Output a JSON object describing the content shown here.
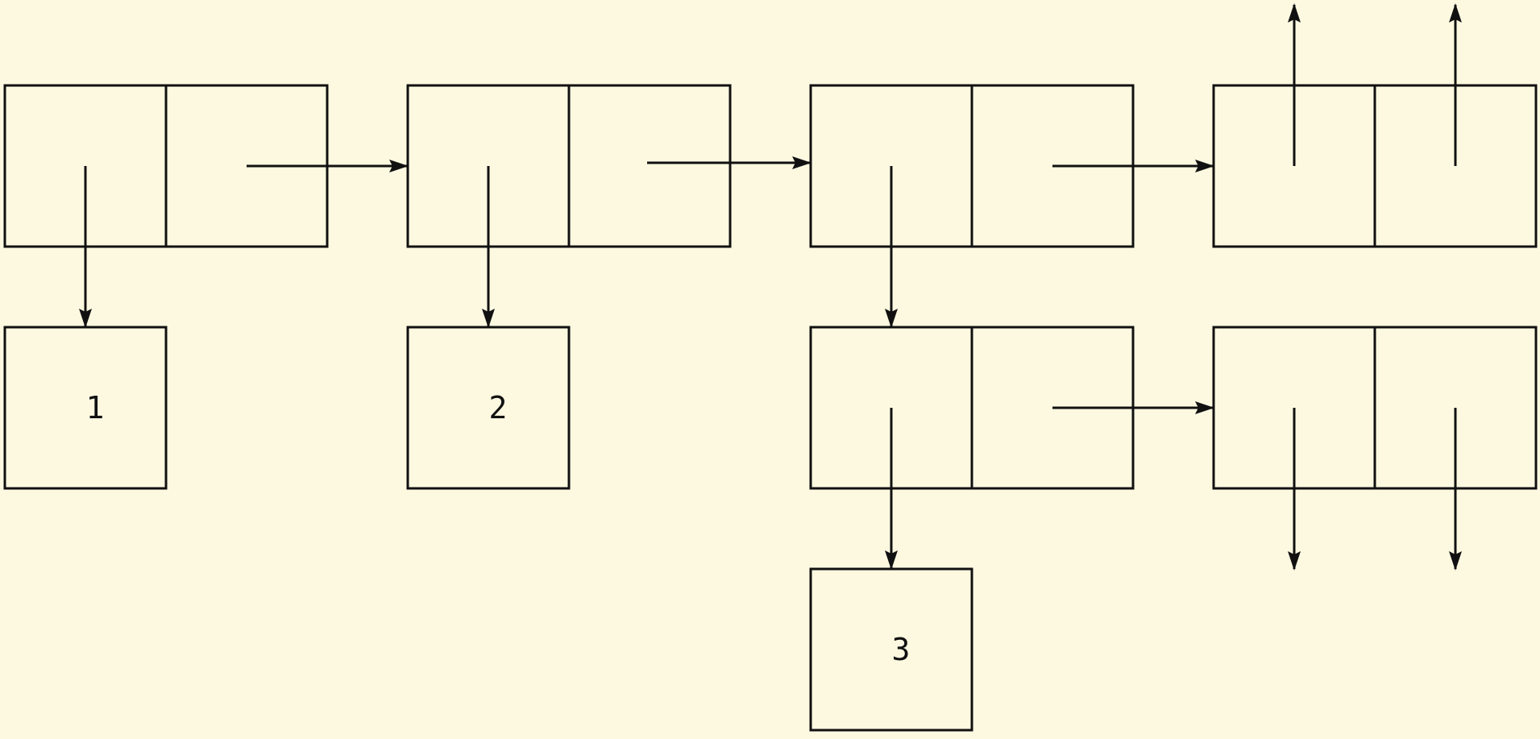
{
  "diagram": {
    "type": "box-and-pointer",
    "colors": {
      "background": "#fdf9e1",
      "stroke": "#111111"
    },
    "atoms": [
      "1",
      "2",
      "3"
    ]
  }
}
